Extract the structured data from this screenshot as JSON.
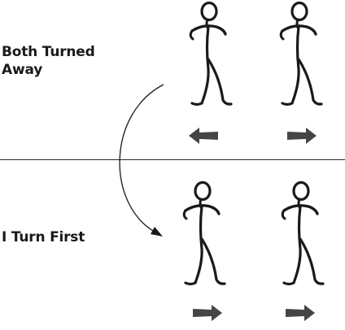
{
  "labels": {
    "top": "Both Turned Away",
    "bottom": "I Turn First"
  },
  "panels": [
    {
      "id": "both-turned-away",
      "figures": [
        {
          "id": "left-figure",
          "arrow": "left"
        },
        {
          "id": "right-figure",
          "arrow": "right"
        }
      ]
    },
    {
      "id": "i-turn-first",
      "figures": [
        {
          "id": "left-figure",
          "arrow": "right"
        },
        {
          "id": "right-figure",
          "arrow": "right"
        }
      ]
    }
  ],
  "colors": {
    "ink": "#1a1a1a",
    "arrow": "#454545",
    "background": "#ffffff"
  },
  "icons": {
    "figure": "stick-figure-icon",
    "direction": "arrow-icon",
    "transition": "curved-arrow-icon"
  }
}
